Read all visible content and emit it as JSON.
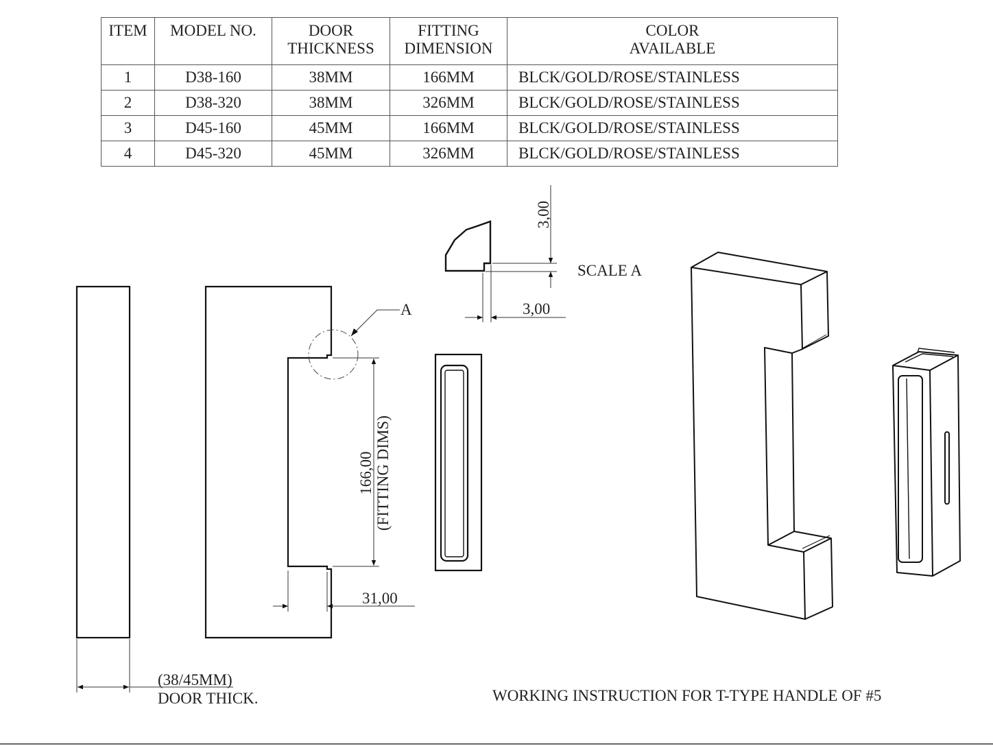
{
  "table": {
    "headers": [
      {
        "line1": "ITEM",
        "line2": ""
      },
      {
        "line1": "MODEL NO.",
        "line2": ""
      },
      {
        "line1": "DOOR",
        "line2": "THICKNESS"
      },
      {
        "line1": "FITTING",
        "line2": "DIMENSION"
      },
      {
        "line1": "COLOR",
        "line2": "AVAILABLE"
      }
    ],
    "rows": [
      {
        "item": "1",
        "model": "D38-160",
        "thickness": "38MM",
        "fitting": "166MM",
        "color": "BLCK/GOLD/ROSE/STAINLESS"
      },
      {
        "item": "2",
        "model": "D38-320",
        "thickness": "38MM",
        "fitting": "326MM",
        "color": "BLCK/GOLD/ROSE/STAINLESS"
      },
      {
        "item": "3",
        "model": "D45-160",
        "thickness": "45MM",
        "fitting": "166MM",
        "color": "BLCK/GOLD/ROSE/STAINLESS"
      },
      {
        "item": "4",
        "model": "D45-320",
        "thickness": "45MM",
        "fitting": "326MM",
        "color": "BLCK/GOLD/ROSE/STAINLESS"
      }
    ]
  },
  "drawing": {
    "detail_label": "A",
    "scale_label": "SCALE A",
    "detail_dim_vertical": "3,00",
    "detail_dim_horizontal": "3,00",
    "fitting_dim_value": "166,00",
    "fitting_dim_label": "(FITTING DIMS)",
    "depth_dim": "31,00",
    "door_thick_value": "(38/45MM)",
    "door_thick_label": "DOOR THICK.",
    "title": "WORKING INSTRUCTION FOR T-TYPE HANDLE OF #5"
  }
}
